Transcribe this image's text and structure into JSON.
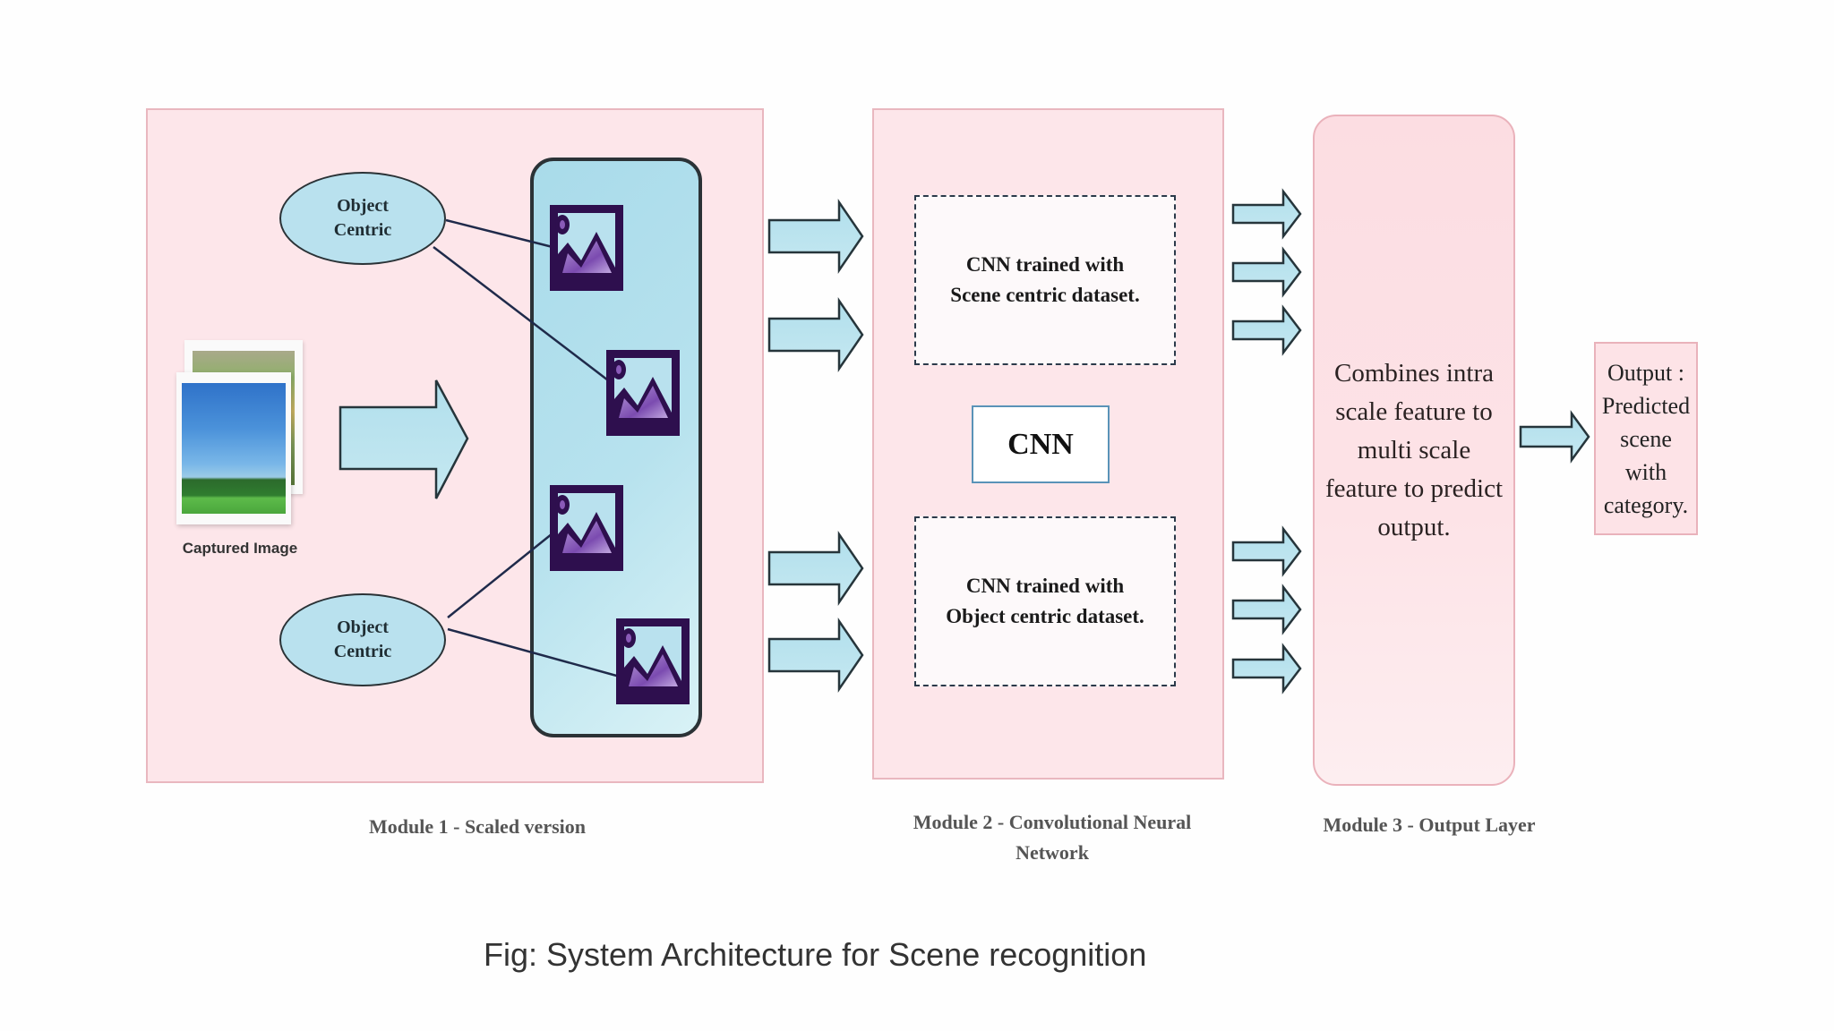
{
  "figure": {
    "caption": "Fig: System Architecture for Scene recognition"
  },
  "colors": {
    "panel_pink": "#fde6ea",
    "panel_border": "#e9b7bf",
    "arrow_fill": "#b9e3ee",
    "image_icon_purple": "#2e0f4e",
    "outline_dark": "#2b3236"
  },
  "module1": {
    "label": "Module 1 - Scaled version",
    "captured_image_label": "Captured Image",
    "object_centric_top": [
      "Object",
      "Centric"
    ],
    "object_centric_bottom": [
      "Object",
      "Centric"
    ],
    "scaled_images_count": 4
  },
  "module2": {
    "label_line1": "Module 2 - Convolutional Neural",
    "label_line2": "Network",
    "scene_box": [
      "CNN  trained with",
      "Scene centric dataset."
    ],
    "cnn_label": "CNN",
    "object_box": [
      "CNN  trained with",
      "Object centric dataset."
    ]
  },
  "module3": {
    "label": "Module 3 - Output Layer",
    "combine_text": [
      "Combines intra",
      "scale feature to",
      "multi scale",
      "feature to predict",
      "output."
    ]
  },
  "output": {
    "lines": [
      "Output :",
      "Predicted",
      "scene",
      "with",
      "category."
    ]
  }
}
